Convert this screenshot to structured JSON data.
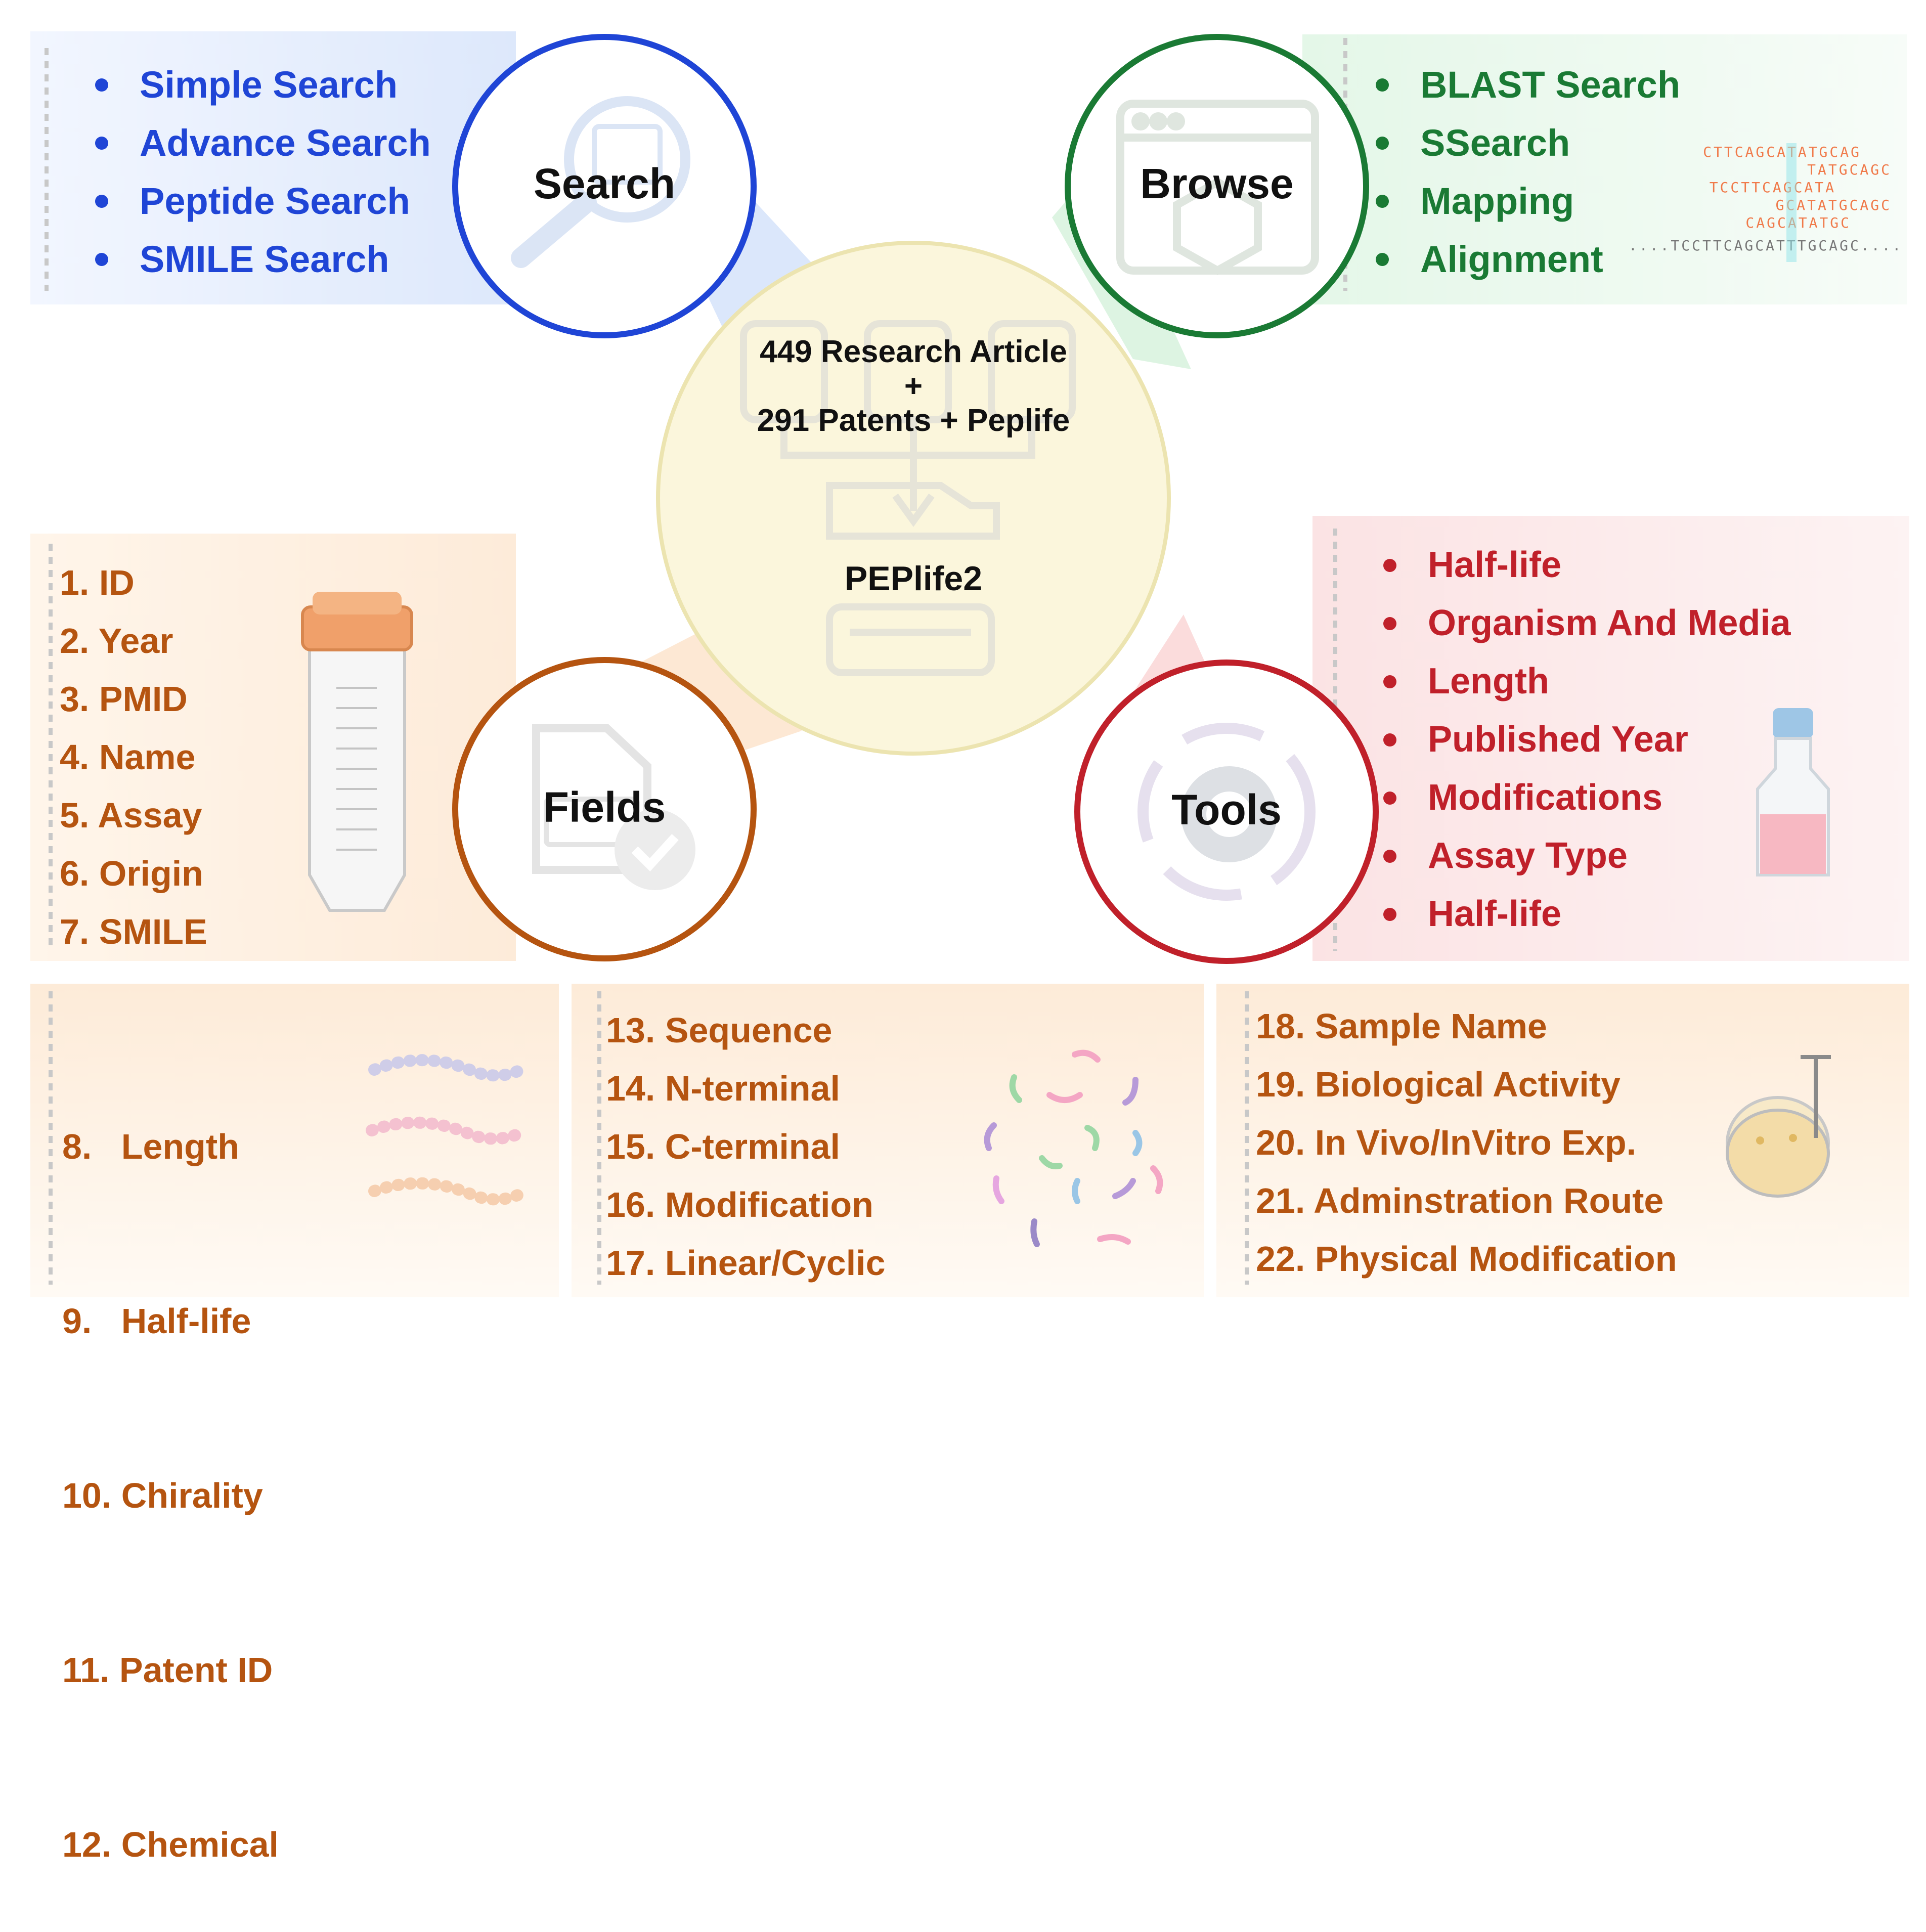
{
  "center": {
    "line1": "449 Research Article",
    "line2": "+",
    "line3": "291 Patents + Peplife",
    "name": "PEPlife2"
  },
  "search": {
    "title": "Search",
    "items": [
      "Simple Search",
      "Advance Search",
      "Peptide Search",
      "SMILE Search"
    ]
  },
  "browse": {
    "title": "Browse",
    "items": [
      "BLAST Search",
      "SSearch",
      "Mapping",
      "Alignment"
    ],
    "alignment_art": [
      "CTTCAGCATATGCAG",
      "TATGCAGC",
      "TCCTTCAGCATA",
      "GCATATGCAGC",
      "CAGCATATGC",
      "....TCCTTCAGCATTTGCAGC...."
    ]
  },
  "fields": {
    "title": "Fields",
    "items": [
      "1. ID",
      "2. Year",
      "3. PMID",
      "4. Name",
      "5. Assay",
      "6. Origin",
      "7. SMILE"
    ]
  },
  "tools": {
    "title": "Tools",
    "items": [
      "Half-life",
      "Organism And Media",
      "Length",
      "Published Year",
      "Modifications",
      "Assay Type",
      "Half-life"
    ]
  },
  "bottom": {
    "col1": [
      "8.   Length",
      "9.   Half-life",
      "10. Chirality",
      "11. Patent ID",
      "12. Chemical"
    ],
    "col2": [
      "13. Sequence",
      "14. N-terminal",
      "15. C-terminal",
      "16. Modification",
      "17. Linear/Cyclic"
    ],
    "col3": [
      "18. Sample Name",
      "19. Biological Activity",
      "20. In Vivo/InVitro Exp.",
      "21. Adminstration Route",
      "22. Physical Modification"
    ]
  },
  "colors": {
    "search": "#1f45d6",
    "browse": "#1a7a34",
    "fields": "#b55410",
    "tools": "#c0202a",
    "center_fill": "#fbf6dc",
    "center_stroke": "#ece4b0"
  }
}
